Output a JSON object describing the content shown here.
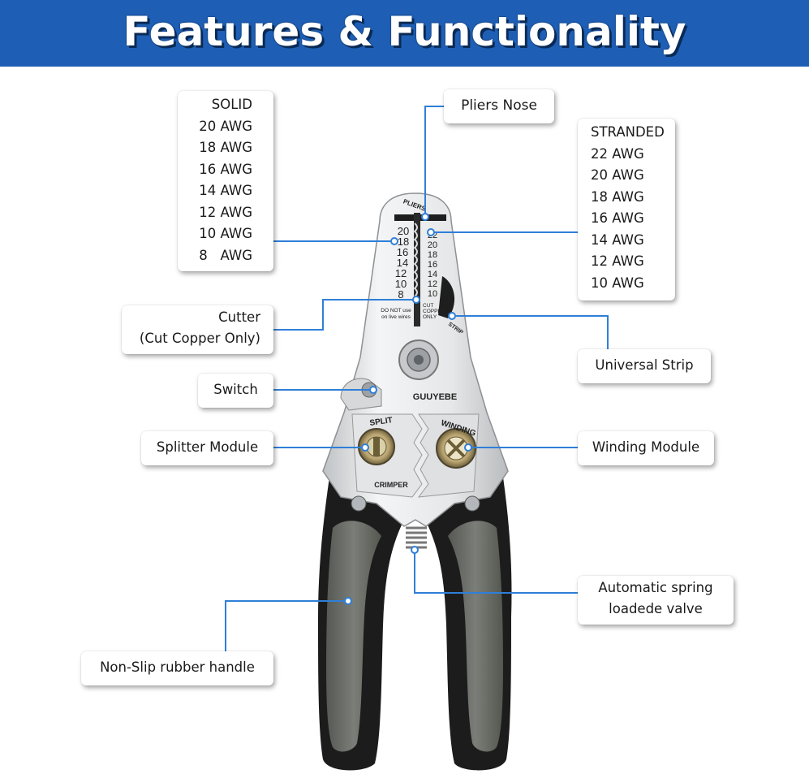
{
  "title": "Features & Functionality",
  "brand": "GUUYEBE",
  "labels": {
    "solid": [
      "SOLID",
      "20 AWG",
      "18 AWG",
      "16 AWG",
      "14 AWG",
      "12 AWG",
      "10 AWG",
      "8   AWG"
    ],
    "pliers_nose": "Pliers Nose",
    "stranded": [
      "STRANDED",
      "22 AWG",
      "20 AWG",
      "18 AWG",
      "16 AWG",
      "14 AWG",
      "12 AWG",
      "10 AWG"
    ],
    "cutter": [
      "Cutter",
      "(Cut Copper Only)"
    ],
    "universal_strip": "Universal Strip",
    "switch": "Switch",
    "splitter_module": "Splitter Module",
    "winding_module": "Winding Module",
    "spring_valve": [
      "Automatic spring",
      "loadede valve"
    ],
    "handle": "Non-Slip rubber handle"
  },
  "tool_markings": {
    "pliers": "PLIERS",
    "solid_gauges": [
      "20",
      "18",
      "16",
      "14",
      "12",
      "10",
      "8"
    ],
    "stranded_gauges": [
      "22",
      "20",
      "18",
      "16",
      "14",
      "12",
      "10"
    ],
    "cut": [
      "CUT",
      "COPPER",
      "ONLY"
    ],
    "warning": [
      "DO NOT use",
      "on live wires"
    ],
    "strip": "STRIP",
    "split": "SPLIT",
    "winding": "WINDING",
    "crimper": "CRIMPER"
  },
  "colors": {
    "banner": "#1e5fb5",
    "leader": "#2f7fd8",
    "handle": "#1c1c1c",
    "grip": "#6b6e69",
    "steel": "#e8e9ea"
  }
}
